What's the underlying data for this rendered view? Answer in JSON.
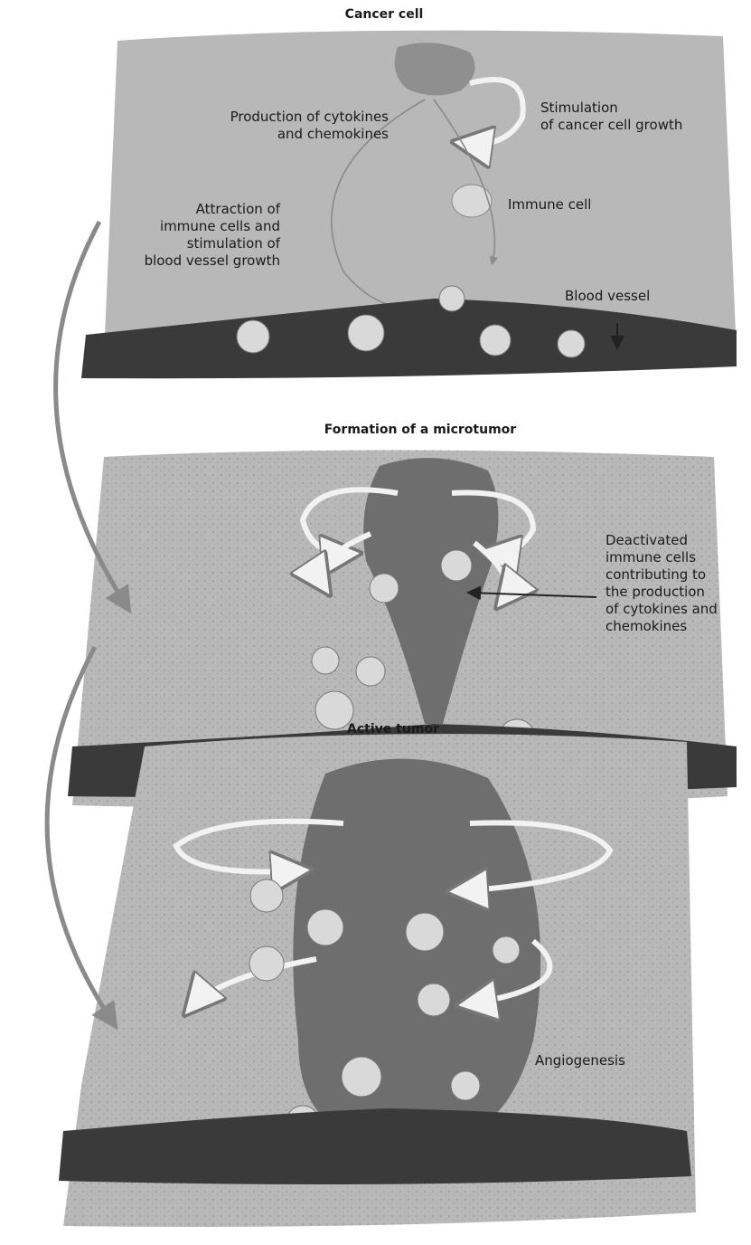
{
  "panels": [
    {
      "title": "Cancer cell",
      "labels": {
        "production": "Production of cytokines\nand chemokines",
        "stimulation": "Stimulation\nof cancer cell growth",
        "immune_cell": "Immune cell",
        "attraction": "Attraction of\nimmune cells and\nstimulation of\nblood vessel growth",
        "blood_vessel": "Blood vessel"
      }
    },
    {
      "title": "Formation of a microtumor",
      "labels": {
        "deactivated": "Deactivated\nimmune cells\ncontributing to\nthe production\nof cytokines and\nchemokines"
      }
    },
    {
      "title": "Active tumor",
      "labels": {
        "angiogenesis": "Angiogenesis"
      }
    }
  ],
  "colors": {
    "tissue": "#b8b8b8",
    "tissue_dark": "#8f8f8f",
    "tumor": "#6e6e6e",
    "vessel": "#3a3a3a",
    "cell": "#d9d9d9",
    "arrow_light": "#f2f2f2",
    "arrow_flow": "#8a8a8a",
    "text": "#1a1a1a"
  }
}
